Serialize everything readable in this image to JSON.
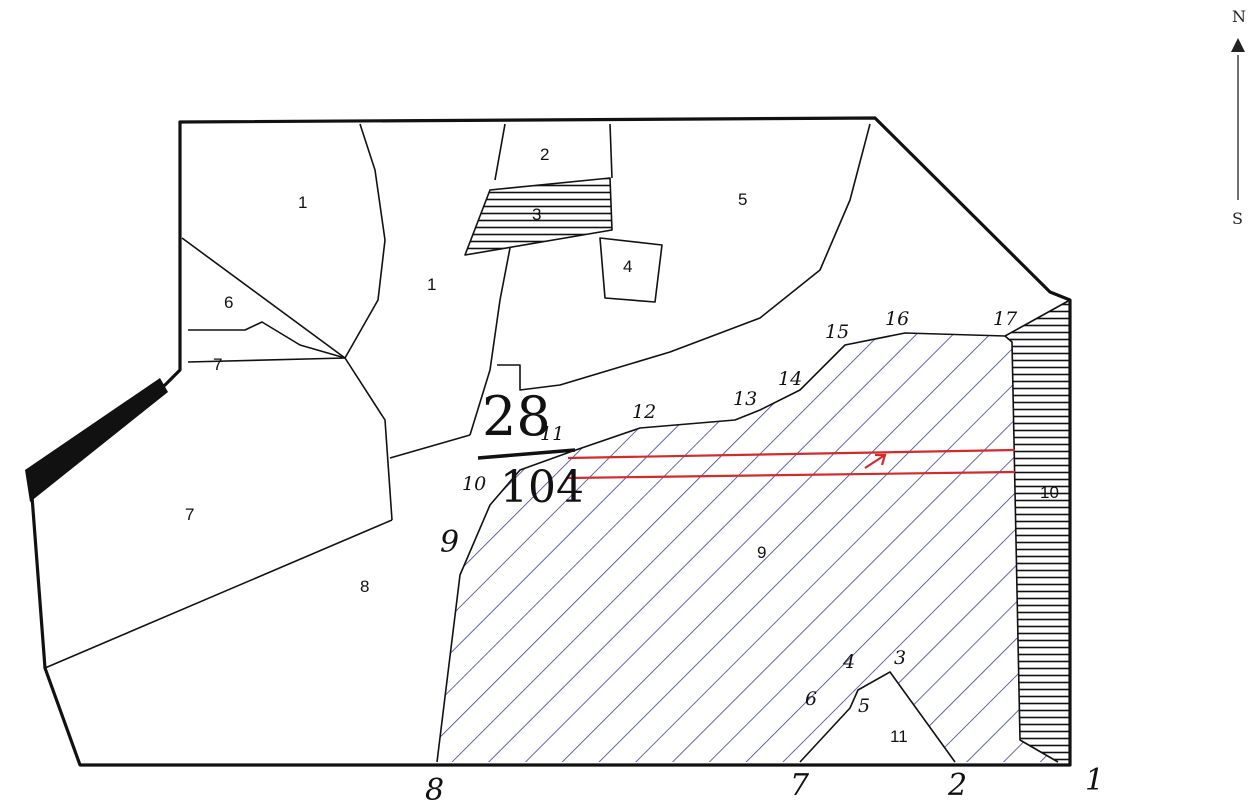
{
  "compass": {
    "north": "N",
    "south": "S"
  },
  "parcel_number": {
    "numerator": "28",
    "denominator": "104"
  },
  "parcels": [
    {
      "id": "1a",
      "label": "1"
    },
    {
      "id": "1b",
      "label": "1"
    },
    {
      "id": "2",
      "label": "2"
    },
    {
      "id": "3",
      "label": "3"
    },
    {
      "id": "4",
      "label": "4"
    },
    {
      "id": "5",
      "label": "5"
    },
    {
      "id": "6",
      "label": "6"
    },
    {
      "id": "7a",
      "label": "7"
    },
    {
      "id": "7b",
      "label": "7"
    },
    {
      "id": "8",
      "label": "8"
    },
    {
      "id": "9",
      "label": "9"
    },
    {
      "id": "10",
      "label": "10"
    },
    {
      "id": "11",
      "label": "11"
    }
  ],
  "vertices": [
    "1",
    "2",
    "3",
    "4",
    "5",
    "6",
    "7",
    "8",
    "9",
    "10",
    "11",
    "12",
    "13",
    "14",
    "15",
    "16",
    "17"
  ],
  "colors": {
    "hatch_blue": "#3a3f9a",
    "red_line": "#d22b2b",
    "ink": "#111111"
  }
}
